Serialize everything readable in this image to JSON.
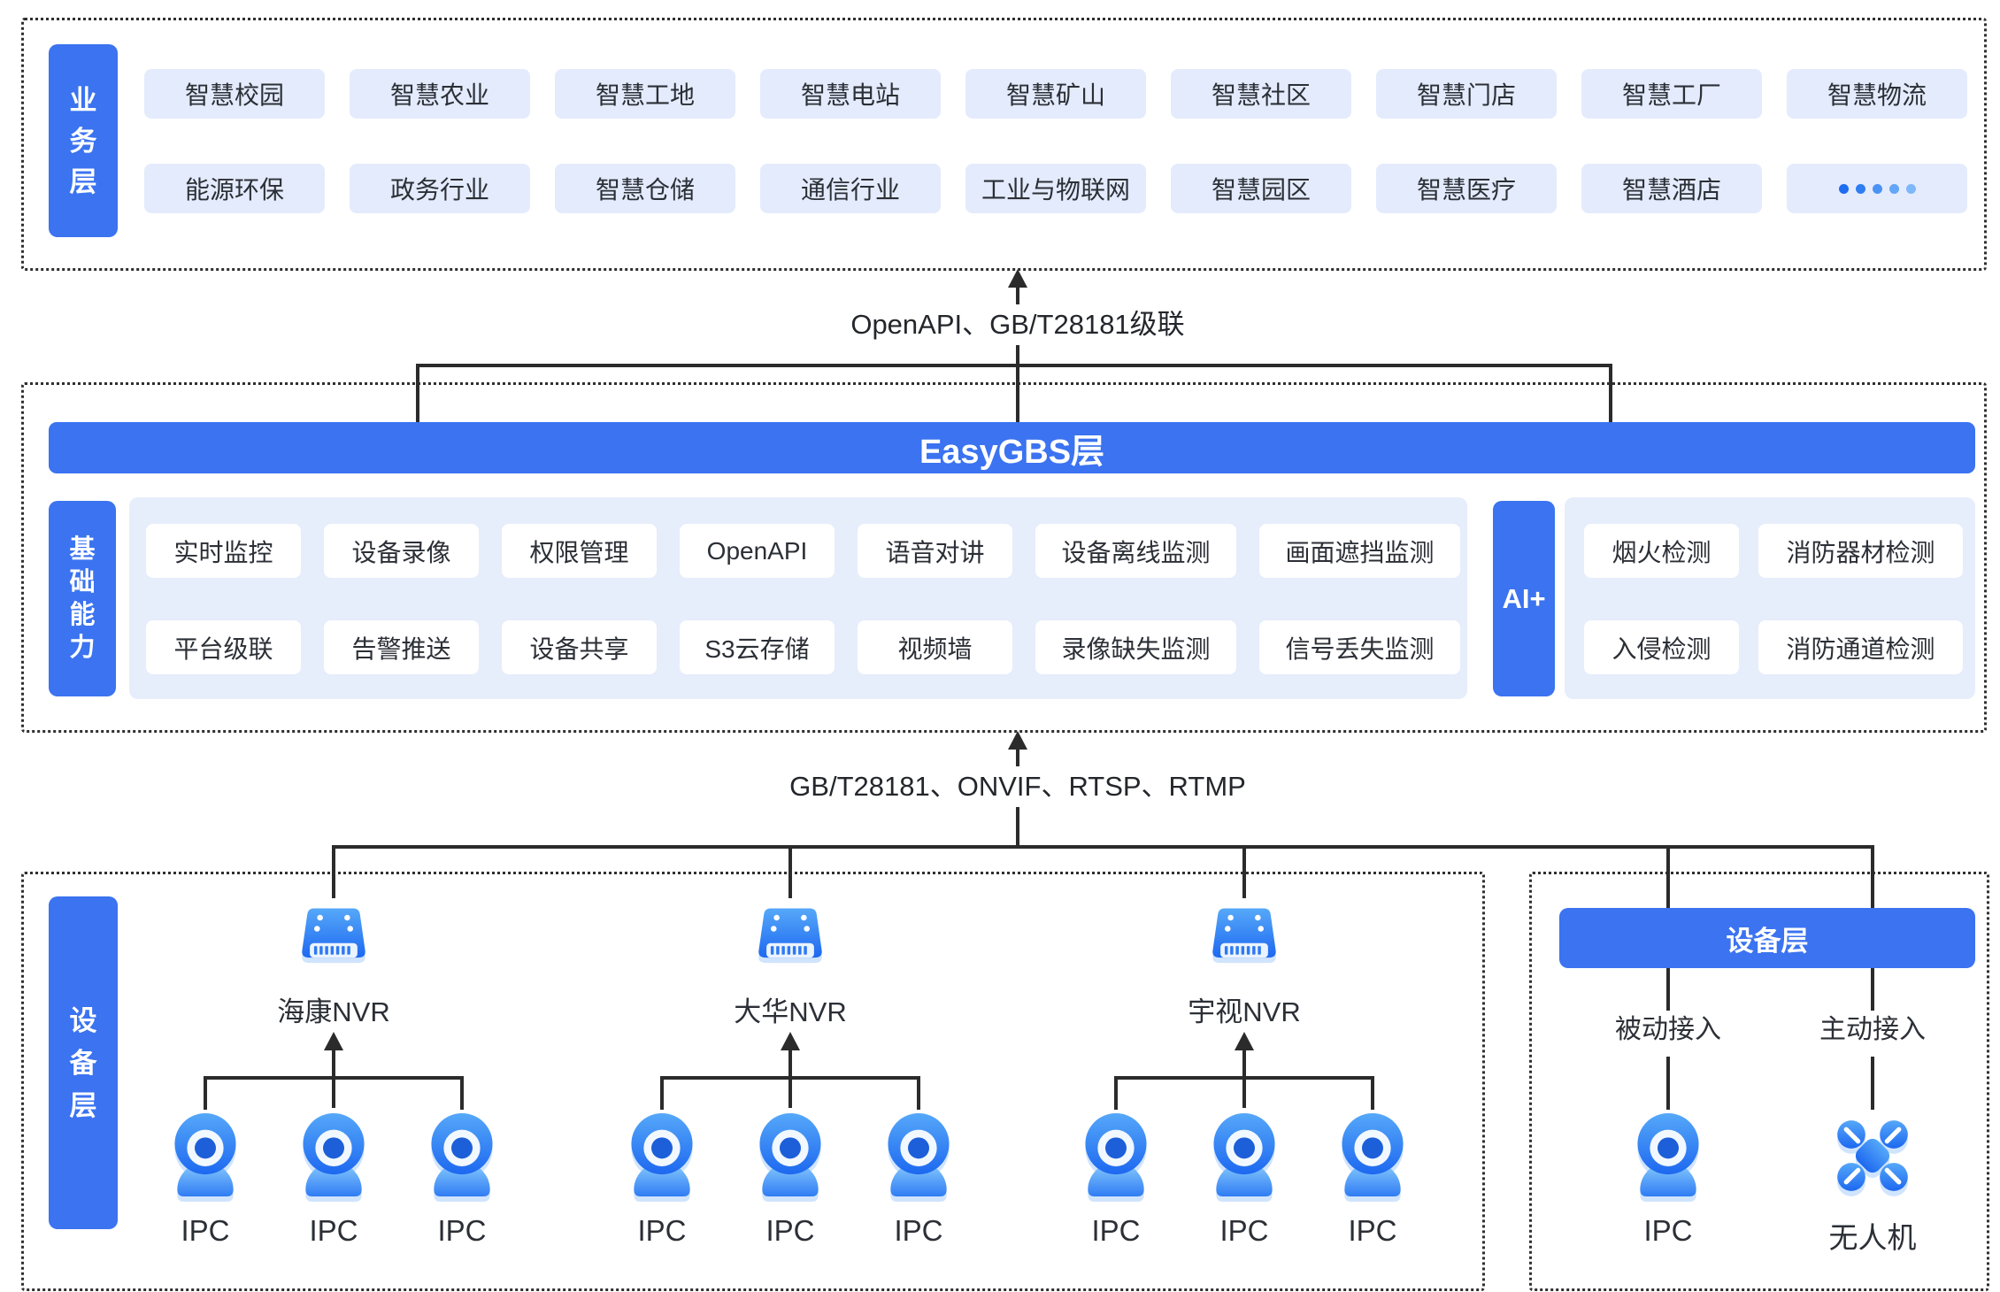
{
  "colors": {
    "primary_blue": "#3B73F0",
    "chip_light_blue": "#E4EBFC",
    "panel_light_blue": "#E6EDFB",
    "text_dark": "#2B2F36",
    "connector_dark": "#2B2B2B",
    "white": "#FFFFFF"
  },
  "business_layer": {
    "label": "业务层",
    "row1": [
      "智慧校园",
      "智慧农业",
      "智慧工地",
      "智慧电站",
      "智慧矿山",
      "智慧社区",
      "智慧门店",
      "智慧工厂",
      "智慧物流"
    ],
    "row2": [
      "能源环保",
      "政务行业",
      "智慧仓储",
      "通信行业",
      "工业与物联网",
      "智慧园区",
      "智慧医疗",
      "智慧酒店",
      "•••••"
    ]
  },
  "connector_top": {
    "label": "OpenAPI、GB/T28181级联"
  },
  "easygbs_layer": {
    "title": "EasyGBS层",
    "base_label": "基础能力",
    "base_row1": [
      "实时监控",
      "设备录像",
      "权限管理",
      "OpenAPI",
      "语音对讲",
      "设备离线监测",
      "画面遮挡监测"
    ],
    "base_row2": [
      "平台级联",
      "告警推送",
      "设备共享",
      "S3云存储",
      "视频墙",
      "录像缺失监测",
      "信号丢失监测"
    ],
    "ai_label": "AI+",
    "ai_row1": [
      "烟火检测",
      "消防器材检测"
    ],
    "ai_row2": [
      "入侵检测",
      "消防通道检测"
    ]
  },
  "connector_bottom": {
    "label": "GB/T28181、ONVIF、RTSP、RTMP"
  },
  "device_layer_left": {
    "label": "设备层",
    "groups": [
      {
        "nvr": "海康NVR",
        "cameras": [
          "IPC",
          "IPC",
          "IPC"
        ]
      },
      {
        "nvr": "大华NVR",
        "cameras": [
          "IPC",
          "IPC",
          "IPC"
        ]
      },
      {
        "nvr": "宇视NVR",
        "cameras": [
          "IPC",
          "IPC",
          "IPC"
        ]
      }
    ]
  },
  "device_layer_right": {
    "header": "设备层",
    "columns": [
      {
        "access": "被动接入",
        "device": "IPC",
        "icon": "ipc-camera-icon"
      },
      {
        "access": "主动接入",
        "device": "无人机",
        "icon": "drone-icon"
      }
    ]
  }
}
